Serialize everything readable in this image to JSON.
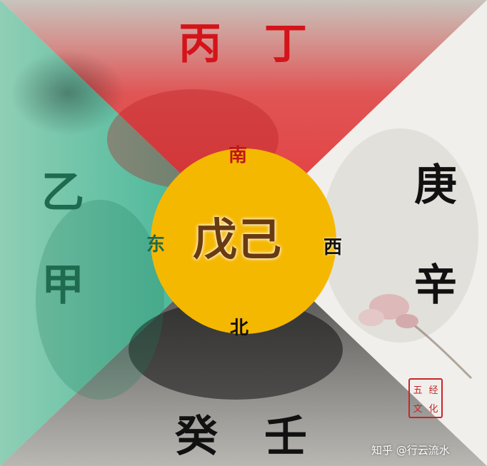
{
  "heavenly_stems": {
    "south": [
      "丙",
      "丁"
    ],
    "east": [
      "乙",
      "甲"
    ],
    "west": [
      "庚",
      "辛"
    ],
    "north": [
      "癸",
      "壬"
    ],
    "center": "戊己"
  },
  "directions": {
    "south": "南",
    "north": "北",
    "east": "东",
    "west": "西"
  },
  "seal": [
    "五",
    "经",
    "文",
    "化"
  ],
  "watermark": "知乎 @行云流水",
  "colors": {
    "south": "#e23a3a",
    "east": "#3cb393",
    "west": "#f3f1ee",
    "north": "#2a2a2a",
    "center": "#f5b800",
    "stem_red": "#d4141a",
    "stem_green": "#1f6b4f",
    "stem_black": "#111111",
    "center_text": "#6b3b10"
  }
}
